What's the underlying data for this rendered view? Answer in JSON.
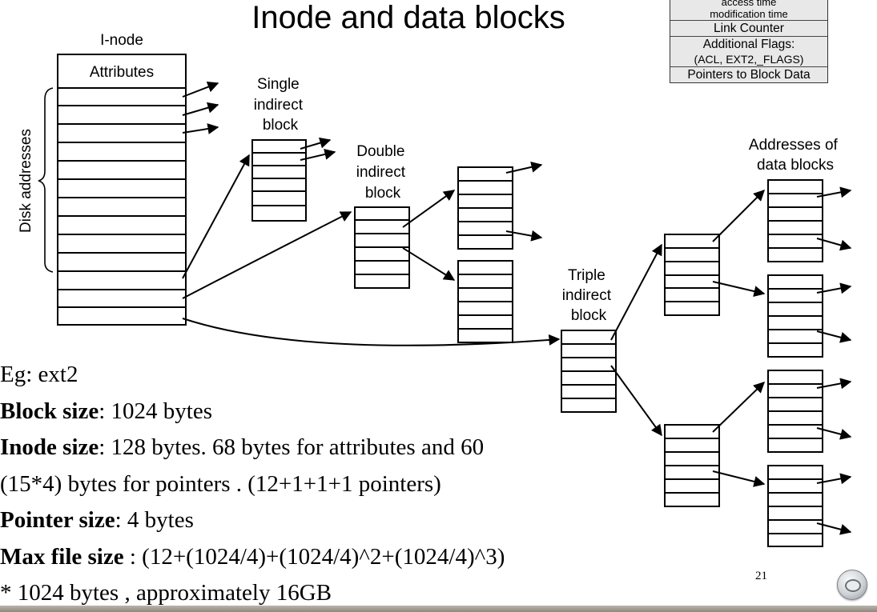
{
  "title": "Inode and data blocks",
  "legend": {
    "rows": [
      "access time",
      "modification time",
      "Link Counter",
      "Additional Flags:",
      "(ACL, EXT2,_FLAGS)",
      "Pointers to Block Data"
    ]
  },
  "diagram": {
    "inode_label": "I-node",
    "attributes_label": "Attributes",
    "disk_addresses_label": "Disk addresses",
    "single_label": [
      "Single",
      "indirect",
      "block"
    ],
    "double_label": [
      "Double",
      "indirect",
      "block"
    ],
    "triple_label": [
      "Triple",
      "indirect",
      "block"
    ],
    "data_blocks_label": [
      "Addresses of",
      "data blocks"
    ]
  },
  "notes": {
    "line1": "Eg: ext2",
    "block_size_label": "Block size",
    "block_size_value": ": 1024 bytes",
    "inode_size_label": "Inode size",
    "inode_size_value": ": 128 bytes. 68 bytes for attributes and 60",
    "inode_size_cont": "(15*4) bytes for pointers . (12+1+1+1 pointers)",
    "pointer_size_label": "Pointer size",
    "pointer_size_value": ": 4 bytes",
    "max_file_label": "Max file size",
    "max_file_value": " : (12+(1024/4)+(1024/4)^2+(1024/4)^3)",
    "max_file_cont": "* 1024 bytes , approximately 16GB"
  },
  "page_number": "21"
}
